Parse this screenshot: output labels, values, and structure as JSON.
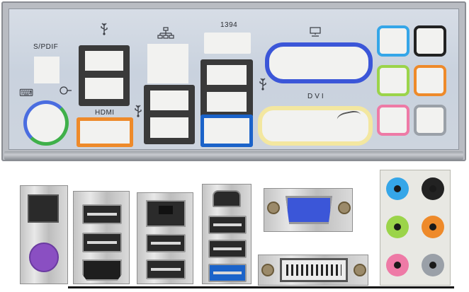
{
  "shield_labels": {
    "spdif": "S/PDIF",
    "hdmi": "HDMI",
    "ieee1394": "1394",
    "dvi": "DVI"
  },
  "icons": {
    "usb": "usb-icon",
    "network": "network-icon",
    "keyboard": "keyboard-icon",
    "mouse": "mouse-icon",
    "monitor": "monitor-icon"
  },
  "colors": {
    "usb3_blue": "#1b63c9",
    "hdmi_orange": "#ee8a2a",
    "dvi_yellow": "#f3e7a0",
    "vga_blue": "#3b56d8",
    "ps2_green": "#3fb04a",
    "ps2_purple": "#8a4fc2",
    "audio_blue": "#35a6e8",
    "audio_green": "#9bd44a",
    "audio_pink": "#ee7aa6",
    "audio_orange": "#ee8a2a",
    "audio_black": "#222222",
    "audio_gray": "#9aa0a8"
  }
}
